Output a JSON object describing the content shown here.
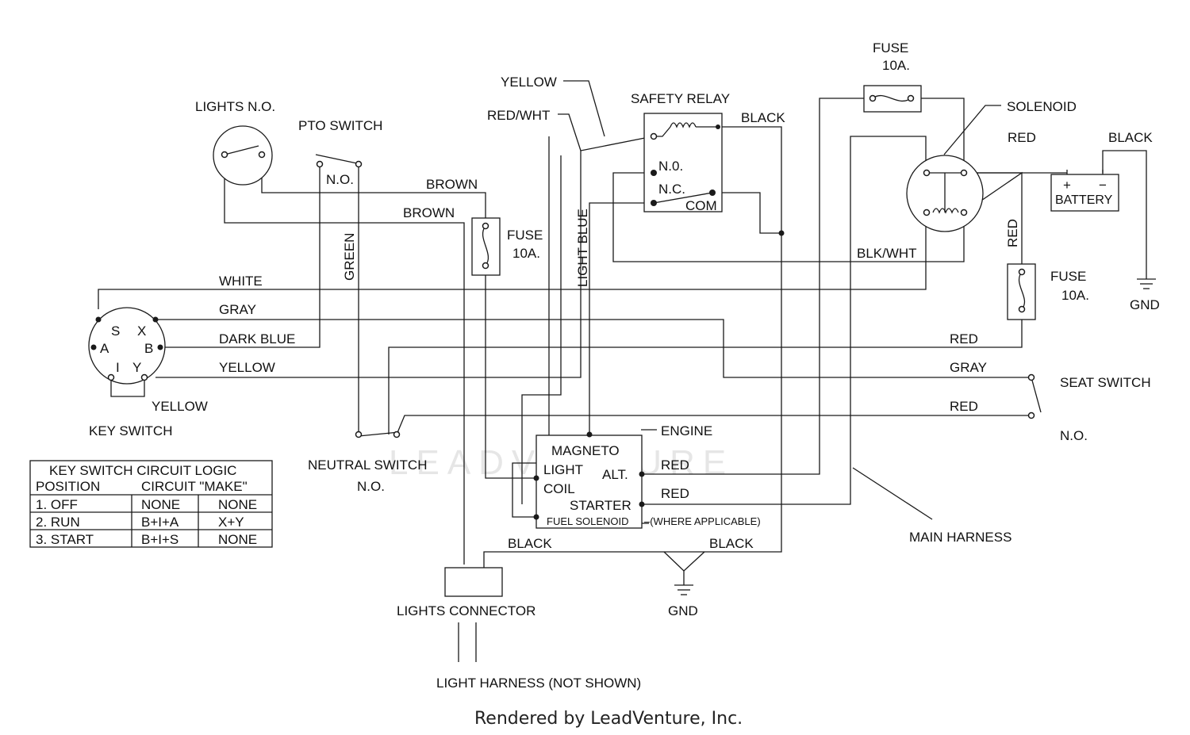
{
  "labels": {
    "lights_no": "LIGHTS N.O.",
    "pto_switch": "PTO SWITCH",
    "pto_no": "N.O.",
    "brown1": "BROWN",
    "brown2": "BROWN",
    "green": "GREEN",
    "fuse_left": "FUSE",
    "fuse_left_rating": "10A.",
    "yellow_top": "YELLOW",
    "red_wht": "RED/WHT",
    "safety_relay": "SAFETY RELAY",
    "relay_black": "BLACK",
    "relay_no": "N.0.",
    "relay_nc": "N.C.",
    "relay_com": "COM",
    "light_blue": "LIGHT BLUE",
    "fuse_top": "FUSE",
    "fuse_top_rating": "10A.",
    "solenoid": "SOLENOID",
    "sol_red": "RED",
    "bat_black": "BLACK",
    "battery": "BATTERY",
    "bat_plus": "+",
    "bat_minus": "−",
    "red_vertical": "RED",
    "fuse_right": "FUSE",
    "fuse_right_rating": "10A.",
    "gnd_right": "GND",
    "blk_wht": "BLK/WHT",
    "white": "WHITE",
    "gray": "GRAY",
    "dark_blue": "DARK BLUE",
    "yellow_mid": "YELLOW",
    "yellow_low": "YELLOW",
    "key_switch": "KEY SWITCH",
    "ks_s": "S",
    "ks_x": "X",
    "ks_a": "A",
    "ks_b": "B",
    "ks_i": "I",
    "ks_y": "Y",
    "red_right1": "RED",
    "gray_right": "GRAY",
    "red_right2": "RED",
    "seat_switch": "SEAT SWITCH",
    "seat_no": "N.O.",
    "neutral_switch": "NEUTRAL SWITCH",
    "neutral_no": "N.O.",
    "engine": "ENGINE",
    "magneto": "MAGNETO",
    "light": "LIGHT",
    "alt": "ALT.",
    "coil": "COIL",
    "starter": "STARTER",
    "fuel_solenoid": "FUEL SOLENOID",
    "where_applicable": "–(WHERE APPLICABLE)",
    "eng_red1": "RED",
    "eng_red2": "RED",
    "main_harness": "MAIN HARNESS",
    "black_left": "BLACK",
    "black_right": "BLACK",
    "lights_connector": "LIGHTS CONNECTOR",
    "gnd_bottom": "GND",
    "light_harness": "LIGHT HARNESS (NOT SHOWN)",
    "footer": "Rendered by LeadVenture, Inc.",
    "watermark": "LEADVENTURE"
  },
  "table": {
    "title": "KEY SWITCH CIRCUIT LOGIC",
    "col_position": "POSITION",
    "col_make": "CIRCUIT \"MAKE\"",
    "rows": [
      {
        "pos": "1. OFF",
        "c1": "NONE",
        "c2": "NONE"
      },
      {
        "pos": "2. RUN",
        "c1": "B+I+A",
        "c2": "X+Y"
      },
      {
        "pos": "3. START",
        "c1": "B+I+S",
        "c2": "NONE"
      }
    ]
  }
}
